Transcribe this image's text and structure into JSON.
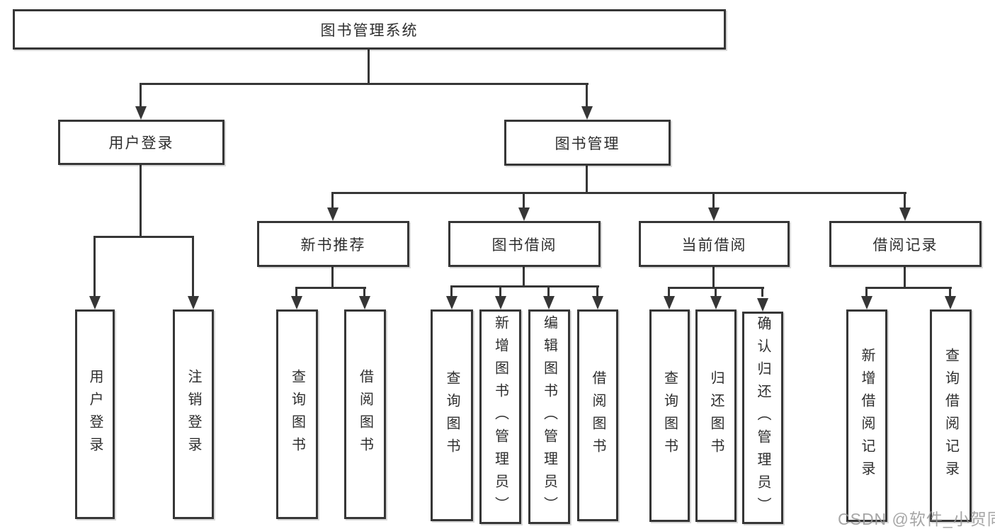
{
  "diagram_type": "hierarchy-tree",
  "colors": {
    "line": "#363636",
    "box_border": "#363636",
    "box_fill": "#ffffff",
    "text": "#2e2e2e",
    "watermark": "#969696"
  },
  "tree": {
    "label": "图书管理系统",
    "children": [
      {
        "label": "用户登录",
        "children": [
          {
            "label": "用户登录"
          },
          {
            "label": "注销登录"
          }
        ]
      },
      {
        "label": "图书管理",
        "children": [
          {
            "label": "新书推荐",
            "children": [
              {
                "label": "查询图书"
              },
              {
                "label": "借阅图书"
              }
            ]
          },
          {
            "label": "图书借阅",
            "children": [
              {
                "label": "查询图书"
              },
              {
                "label": "新增图书（管理员）"
              },
              {
                "label": "编辑图书（管理员）"
              },
              {
                "label": "借阅图书"
              }
            ]
          },
          {
            "label": "当前借阅",
            "children": [
              {
                "label": "查询图书"
              },
              {
                "label": "归还图书"
              },
              {
                "label": "确认归还（管理员）"
              }
            ]
          },
          {
            "label": "借阅记录",
            "children": [
              {
                "label": "新增借阅记录"
              },
              {
                "label": "查询借阅记录"
              }
            ]
          }
        ]
      }
    ]
  },
  "watermark": {
    "text": "CSDN @软件_小贺同学"
  }
}
